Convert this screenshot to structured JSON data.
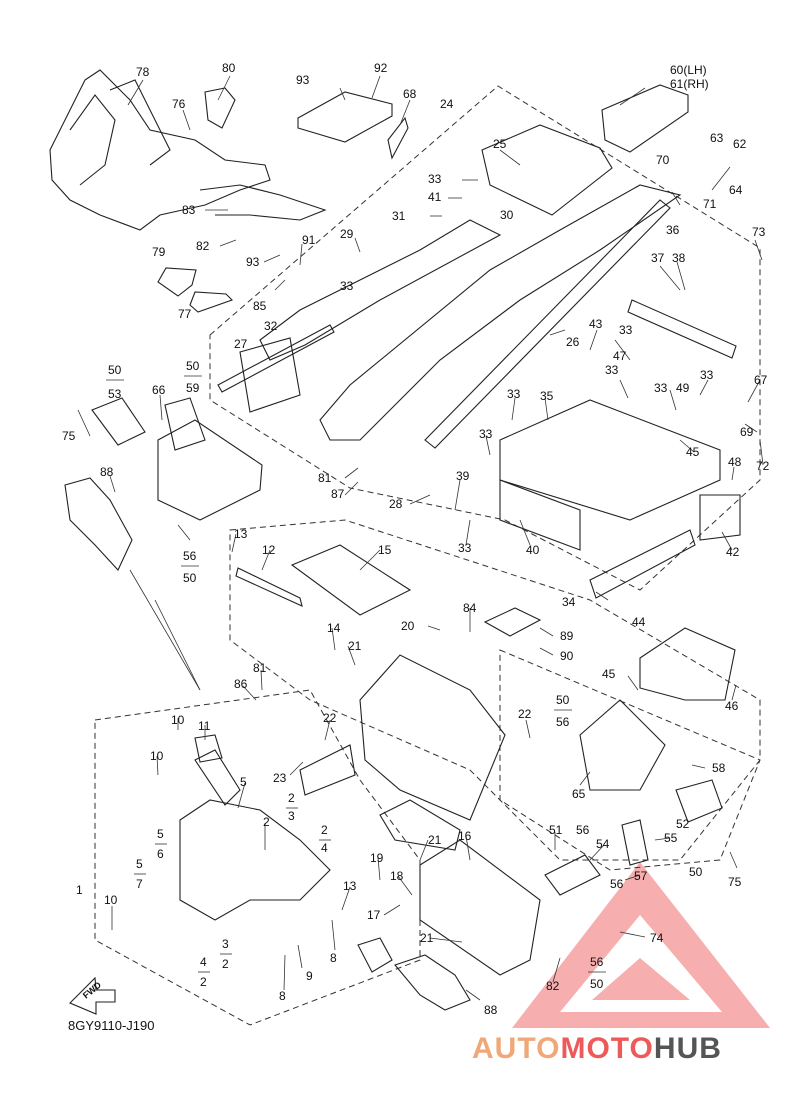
{
  "diagram": {
    "code": "8GY9110-J190",
    "fwd_label": "FWD",
    "watermark": {
      "part1": "AUTO",
      "part2": "MOTO",
      "part3": "HUB"
    },
    "callouts": {
      "c78": "78",
      "c80": "80",
      "c93a": "93",
      "c92": "92",
      "c68": "68",
      "c24": "24",
      "c25": "25",
      "c60": "60(LH)",
      "c61": "61(RH)",
      "c76": "76",
      "c63": "63",
      "c62": "62",
      "c70": "70",
      "c64": "64",
      "c71": "71",
      "c33a": "33",
      "c41": "41",
      "c31": "31",
      "c30": "30",
      "c83": "83",
      "c29": "29",
      "c91": "91",
      "c82a": "82",
      "c93b": "93",
      "c79": "79",
      "c33b": "33",
      "c36": "36",
      "c37": "37",
      "c38": "38",
      "c73": "73",
      "c85": "85",
      "c77": "77",
      "c32": "32",
      "c27": "27",
      "c26": "26",
      "c43": "43",
      "c33c": "33",
      "c47": "47",
      "c50a": "50",
      "c53": "53",
      "c50b": "50",
      "c59": "59",
      "c66": "66",
      "c75a": "75",
      "c33d": "33",
      "c33e": "33",
      "c35": "35",
      "c33f": "33",
      "c49": "49",
      "c33g": "33",
      "c67": "67",
      "c69": "69",
      "c72": "72",
      "c88a": "88",
      "c33h": "33",
      "c45a": "45",
      "c48": "48",
      "c81a": "81",
      "c87": "87",
      "c28": "28",
      "c39": "39",
      "c33i": "33",
      "c40": "40",
      "c42": "42",
      "c13a": "13",
      "c12": "12",
      "c15": "15",
      "c56a": "56",
      "c50c": "50",
      "c34": "34",
      "c84": "84",
      "c20": "20",
      "c89": "89",
      "c90": "90",
      "c44": "44",
      "c14": "14",
      "c21a": "21",
      "c81b": "81",
      "c86": "86",
      "c45b": "45",
      "c46": "46",
      "c50d": "50",
      "c56b": "56",
      "c22a": "22",
      "c22b": "22",
      "c10a": "10",
      "c11": "11",
      "c10b": "10",
      "c23": "23",
      "c58": "58",
      "c65": "65",
      "c5a": "5",
      "c2a": "2",
      "c3a": "3",
      "c52": "52",
      "c2b": "2",
      "c2c": "2",
      "c4a": "4",
      "c5b": "5",
      "c6": "6",
      "c51": "51",
      "c56c": "56",
      "c55": "55",
      "c21b": "21",
      "c16": "16",
      "c54": "54",
      "c57": "57",
      "c5c": "5",
      "c7": "7",
      "c19": "19",
      "c18": "18",
      "c1": "1",
      "c13b": "13",
      "c56d": "56",
      "c50e": "50",
      "c75b": "75",
      "c10c": "10",
      "c17": "17",
      "c74": "74",
      "c3b": "3",
      "c2d": "2",
      "c21c": "21",
      "c4b": "4",
      "c2e": "2",
      "c9": "9",
      "c8a": "8",
      "c56e": "56",
      "c50f": "50",
      "c82b": "82",
      "c8b": "8",
      "c88b": "88"
    }
  }
}
